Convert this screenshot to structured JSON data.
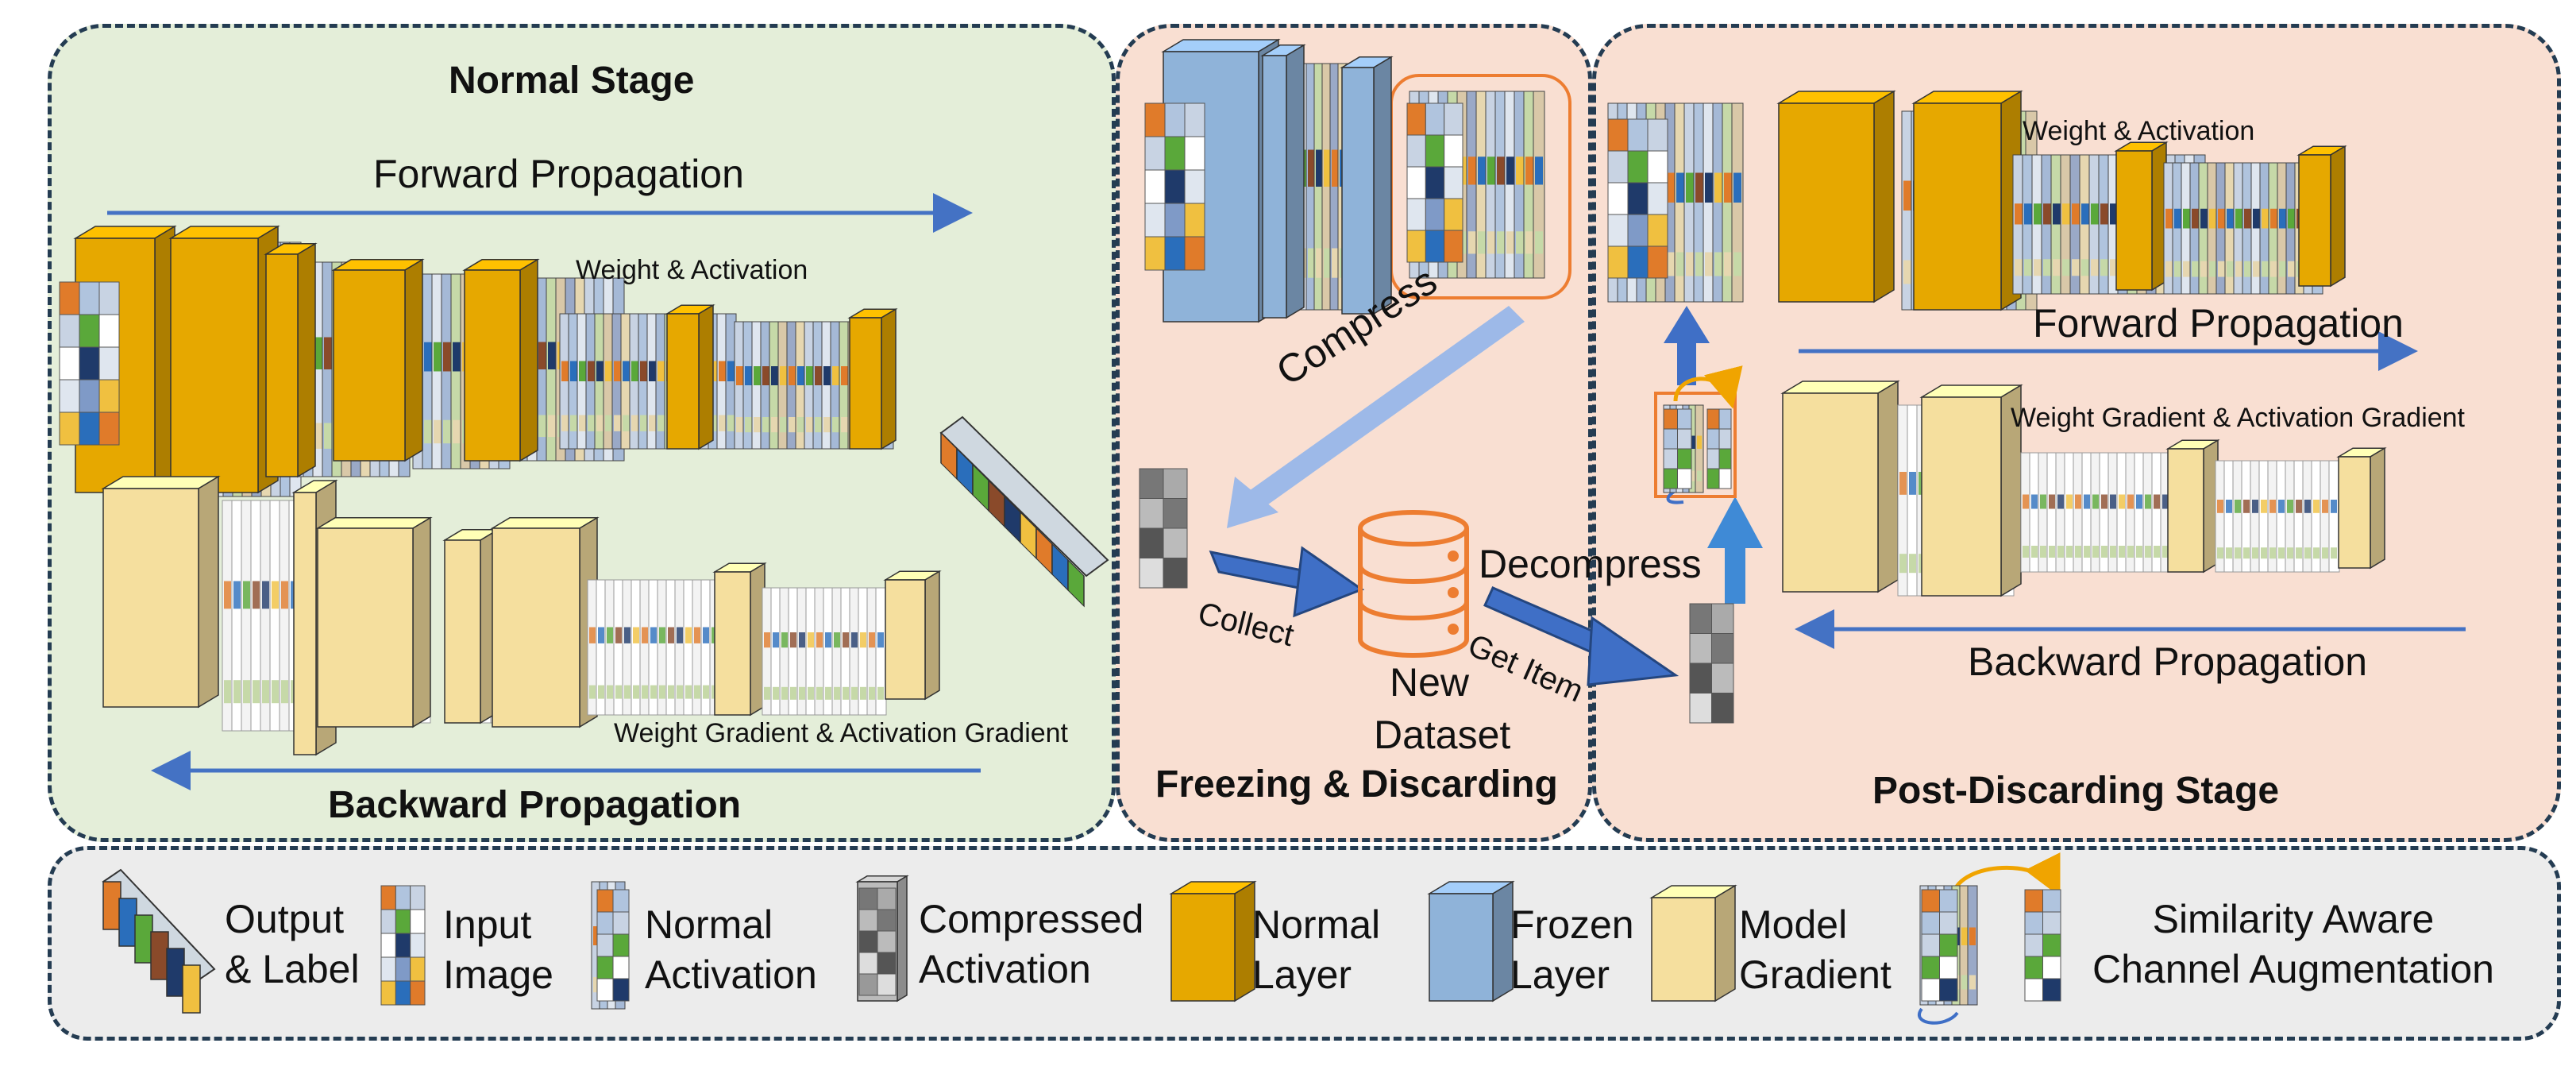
{
  "colors": {
    "normal_stage_bg": "#e4eed9",
    "discard_bg": "#f9dfd2",
    "legend_bg": "#ececec",
    "border": "#243c52",
    "arrow_blue": "#4472c4",
    "normal_layer": "#e6a800",
    "frozen_layer": "#8fb3d9",
    "gradient_layer": "#f5df9e",
    "db_orange": "#ed7d31"
  },
  "normal_stage": {
    "title": "Normal Stage",
    "forward": "Forward Propagation",
    "weight_activation": "Weight & Activation",
    "gradient": "Weight Gradient & Activation Gradient",
    "backward": "Backward Propagation"
  },
  "freeze_stage": {
    "title": "Freezing & Discarding",
    "compress": "Compress",
    "collect": "Collect",
    "new_dataset": "New\nDataset",
    "new_dataset_line1": "New",
    "new_dataset_line2": "Dataset",
    "get_item": "Get Item",
    "decompress": "Decompress"
  },
  "post_stage": {
    "title": "Post-Discarding Stage",
    "weight_activation": "Weight & Activation",
    "forward": "Forward Propagation",
    "gradient": "Weight Gradient & Activation Gradient",
    "backward": "Backward Propagation"
  },
  "legend": {
    "items": [
      {
        "icon": "output-label-icon",
        "line1": "Output",
        "line2": "& Label"
      },
      {
        "icon": "input-image-icon",
        "line1": "Input",
        "line2": "Image"
      },
      {
        "icon": "normal-activation-icon",
        "line1": "Normal",
        "line2": "Activation"
      },
      {
        "icon": "compressed-activation-icon",
        "line1": "Compressed",
        "line2": "Activation"
      },
      {
        "icon": "normal-layer-icon",
        "line1": "Normal",
        "line2": "Layer"
      },
      {
        "icon": "frozen-layer-icon",
        "line1": "Frozen",
        "line2": "Layer"
      },
      {
        "icon": "model-gradient-icon",
        "line1": "Model",
        "line2": "Gradient"
      },
      {
        "icon": "similarity-augmentation-icon",
        "line1": "Similarity Aware",
        "line2": "Channel Augmentation"
      }
    ]
  }
}
